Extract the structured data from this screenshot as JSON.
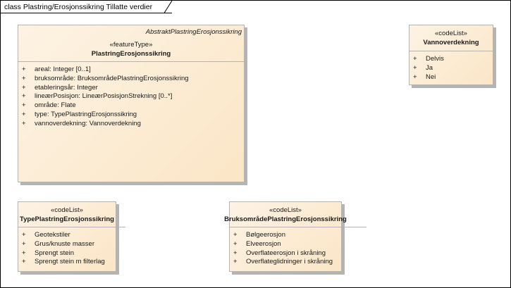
{
  "diagram": {
    "title": "class Plastring/Erosjonssikring Tillatte verdier",
    "colors": {
      "class_fill_light": "#fdf3e4",
      "class_fill_dark": "#fbe6c6",
      "border": "#b4b4b4",
      "shadow": "#b4b4b4"
    }
  },
  "classes": {
    "main": {
      "abstract_parent": "AbstraktPlastringErosjonssikring",
      "stereotype": "«featureType»",
      "name": "PlastringErosjonssikring",
      "attributes": [
        {
          "visibility": "+",
          "text": "areal: Integer [0..1]"
        },
        {
          "visibility": "+",
          "text": "bruksområde: BruksområdePlastringErosjonssikring"
        },
        {
          "visibility": "+",
          "text": "etableringsår: Integer"
        },
        {
          "visibility": "+",
          "text": "lineærPosisjon: LineærPosisjonStrekning [0..*]"
        },
        {
          "visibility": "+",
          "text": "område: Flate"
        },
        {
          "visibility": "+",
          "text": "type: TypePlastringErosjonssikring"
        },
        {
          "visibility": "+",
          "text": "vannoverdekning: Vannoverdekning"
        }
      ]
    },
    "vannoverdekning": {
      "stereotype": "«codeList»",
      "name": "Vannoverdekning",
      "values": [
        {
          "visibility": "+",
          "text": "Delvis"
        },
        {
          "visibility": "+",
          "text": "Ja"
        },
        {
          "visibility": "+",
          "text": "Nei"
        }
      ]
    },
    "type": {
      "stereotype": "«codeList»",
      "name": "TypePlastringErosjonssikring",
      "values": [
        {
          "visibility": "+",
          "text": "Geotekstiler"
        },
        {
          "visibility": "+",
          "text": "Grus/knuste masser"
        },
        {
          "visibility": "+",
          "text": "Sprengt stein"
        },
        {
          "visibility": "+",
          "text": "Sprengt stein m filterlag"
        }
      ]
    },
    "bruksomrade": {
      "stereotype": "«codeList»",
      "name": "BruksområdePlastringErosjonssikring",
      "values": [
        {
          "visibility": "+",
          "text": "Bølgeerosjon"
        },
        {
          "visibility": "+",
          "text": "Elveerosjon"
        },
        {
          "visibility": "+",
          "text": "Overflateerosjon i skråning"
        },
        {
          "visibility": "+",
          "text": "Overflateglidninger i skråning"
        }
      ]
    }
  }
}
